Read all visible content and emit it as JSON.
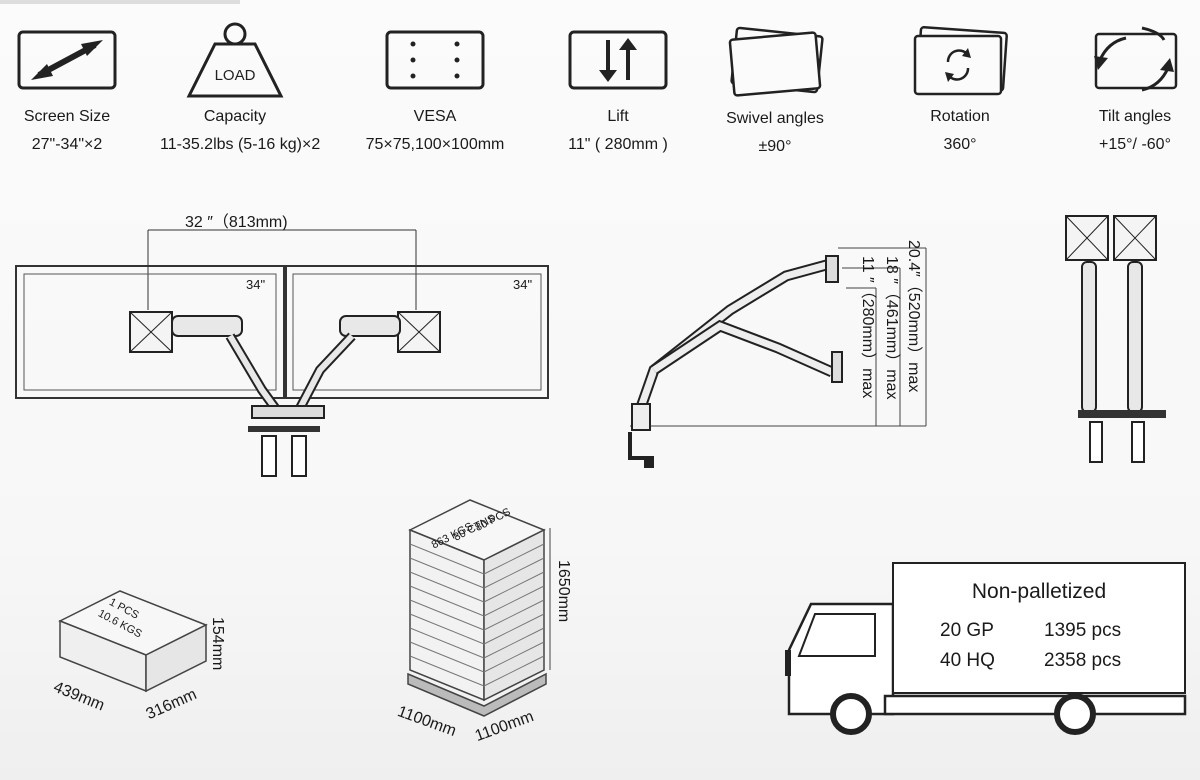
{
  "specs": [
    {
      "icon": "diagonal-arrow-icon",
      "name": "Screen Size",
      "value": "27\"-34\"×2"
    },
    {
      "icon": "load-weight-icon",
      "name": "Capacity",
      "value": "11-35.2lbs (5-16 kg)×2",
      "icon_text": "LOAD"
    },
    {
      "icon": "vesa-holes-icon",
      "name": "VESA",
      "value": "75×75,100×100mm"
    },
    {
      "icon": "lift-arrows-icon",
      "name": "Lift",
      "value": "11\" ( 280mm )"
    },
    {
      "icon": "swivel-icon",
      "name": "Swivel angles",
      "value": "±90°"
    },
    {
      "icon": "rotation-icon",
      "name": "Rotation",
      "value": "360°"
    },
    {
      "icon": "tilt-icon",
      "name": "Tilt angles",
      "value": "+15°/  -60°"
    }
  ],
  "front_view": {
    "width_label": "32 ″（813mm)",
    "monitor_left": "34\"",
    "monitor_right": "34\""
  },
  "side_view": {
    "dim_total": "20.4″（520mm）max",
    "dim_mid": "18 ″（461mm）max",
    "dim_low": "11 ″（280mm）max"
  },
  "carton": {
    "line1": "1 PCS",
    "line2": "10.6 KGS",
    "length": "439mm",
    "width": "316mm",
    "height": "154mm"
  },
  "pallet": {
    "line1": "80 PCS",
    "line2": "80 CTNS",
    "line3": "863 KGS",
    "height": "1650mm",
    "length": "1100mm",
    "width": "1100mm"
  },
  "truck": {
    "title": "Non-palletized",
    "rows": [
      {
        "type": "20 GP",
        "qty": "1395 pcs"
      },
      {
        "type": "40 HQ",
        "qty": "2358 pcs"
      }
    ]
  }
}
